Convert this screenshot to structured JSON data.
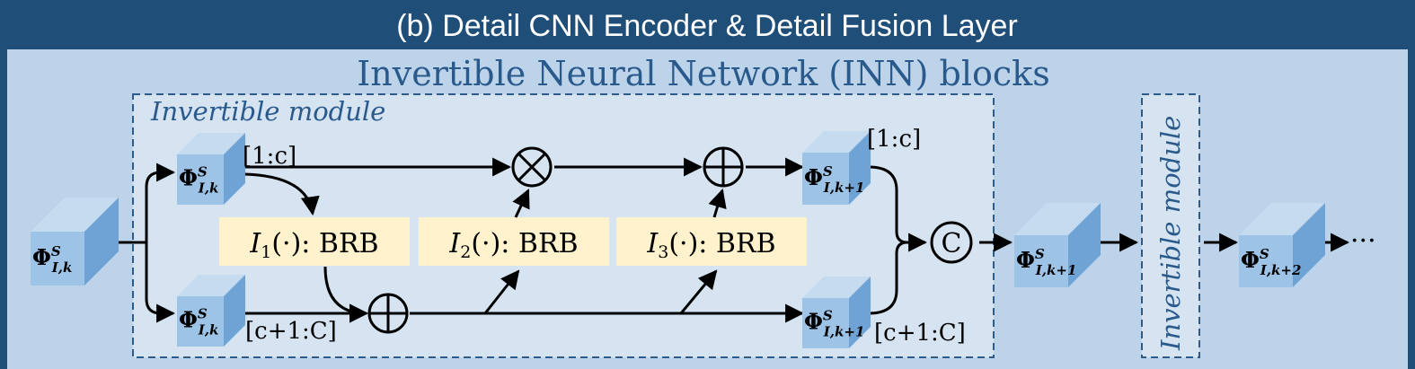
{
  "header": {
    "title": "(b) Detail CNN Encoder & Detail Fusion Layer"
  },
  "section": {
    "title": "Invertible Neural Network (INN) blocks"
  },
  "module": {
    "label": "Invertible module"
  },
  "features": {
    "input": {
      "base": "Φ",
      "sup": "S",
      "sub": "I,k"
    },
    "top_in": {
      "base": "Φ",
      "sup": "S",
      "sub": "I,k"
    },
    "bottom_in": {
      "base": "Φ",
      "sup": "S",
      "sub": "I,k"
    },
    "top_out": {
      "base": "Φ",
      "sup": "S",
      "sub": "I,k+1"
    },
    "bottom_out": {
      "base": "Φ",
      "sup": "S",
      "sub": "I,k+1"
    },
    "merged": {
      "base": "Φ",
      "sup": "S",
      "sub": "I,k+1"
    },
    "next": {
      "base": "Φ",
      "sup": "S",
      "sub": "I,k+2"
    }
  },
  "channel_labels": {
    "top_in": "[1:c]",
    "bottom_in": "[c+1:C]",
    "top_out": "[1:c]",
    "bottom_out": "[c+1:C]"
  },
  "blocks": {
    "i1": {
      "op": "I",
      "idx": "1",
      "rest": "(·): BRB"
    },
    "i2": {
      "op": "I",
      "idx": "2",
      "rest": "(·): BRB"
    },
    "i3": {
      "op": "I",
      "idx": "3",
      "rest": "(·): BRB"
    }
  },
  "operators": {
    "multiply": "⊗",
    "add": "⊕",
    "concat": "C"
  },
  "trailing": {
    "ellipsis": "···"
  },
  "colors": {
    "header_bg": "#1f4e79",
    "panel_bg": "#bcd3ea",
    "inner_bg": "#d6e4f2",
    "dashed": "#2e5c8a",
    "block_bg": "#fff2cc",
    "cube_front": "#9dc3e6",
    "cube_top": "#c5dcf0",
    "cube_side": "#6fa3d6",
    "text_dark": "#000000",
    "text_blue": "#2a5a8c"
  }
}
